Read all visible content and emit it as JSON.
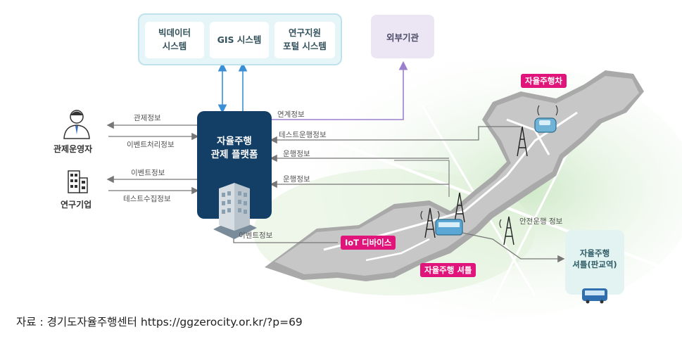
{
  "systems": {
    "bigdata": "빅데이터\n시스템",
    "gis": "GIS 시스템",
    "portal": "연구지원\n포털 시스템"
  },
  "external": "외부기관",
  "platform": "자율주행\n관제 플랫폼",
  "actors": {
    "operator": "관제운영자",
    "company": "연구기업"
  },
  "left_labels": {
    "control_info": "관제정보",
    "event_processing": "이벤트처리정보",
    "event_info": "이벤트정보",
    "test_collection": "테스트수집정보"
  },
  "right_labels": {
    "link_info": "연계정보",
    "test_run": "테스트운행정보",
    "run_info_1": "운행정보",
    "run_info_2": "운행정보",
    "event_info": "이벤트정보",
    "safety": "안전운행 정보"
  },
  "tags": {
    "car": "자율주행차",
    "iot": "IoT 디바이스",
    "shuttle": "자율주행 셔틀"
  },
  "shuttle_box": "자율주행\n셔틀(판교역)",
  "source": "자료 : 경기도자율주행센터 https://ggzerocity.or.kr/?p=69",
  "colors": {
    "platform": "#133f66",
    "tag": "#e0147a",
    "arrow_blue": "#3b8fd6",
    "arrow_purple": "#9b7fcf"
  }
}
